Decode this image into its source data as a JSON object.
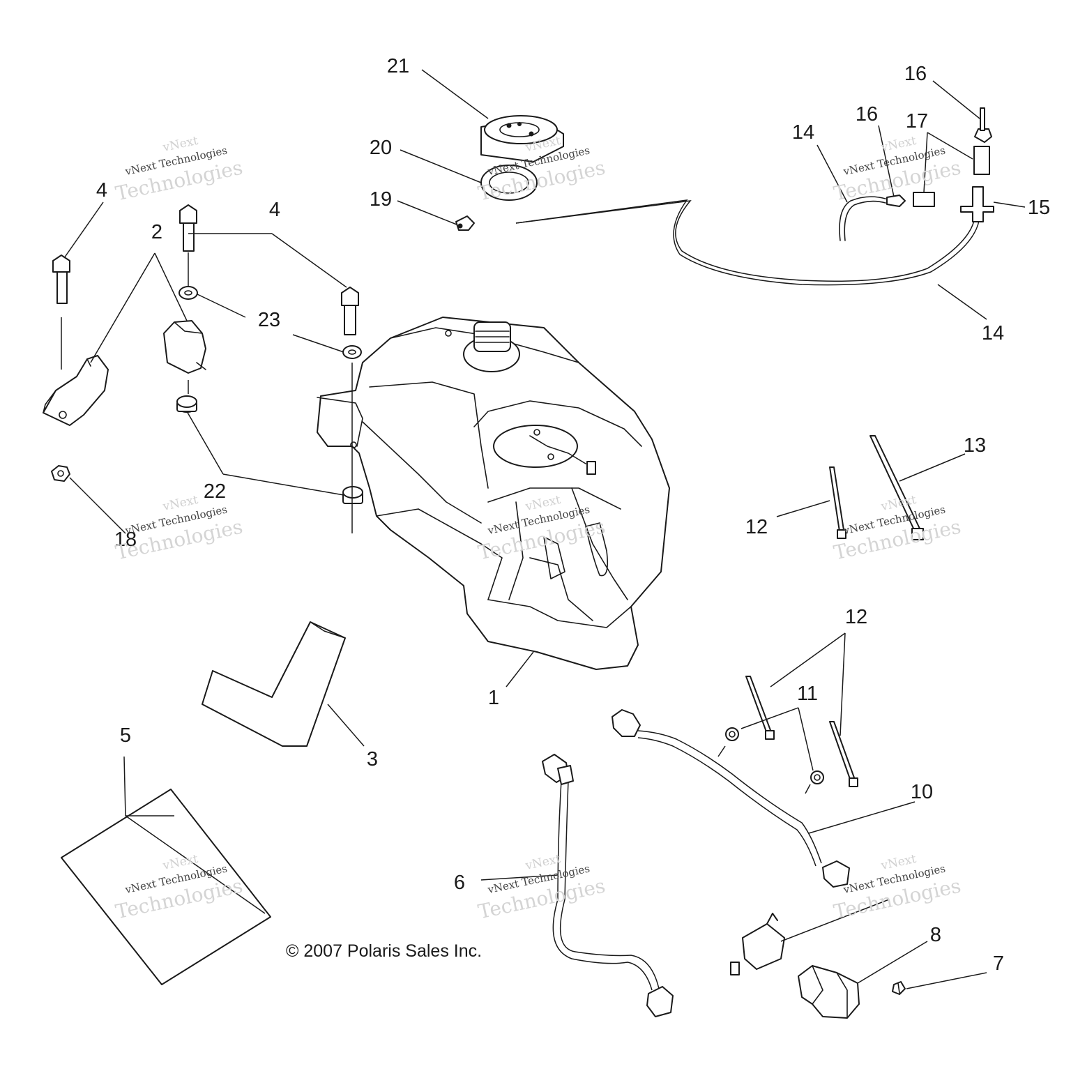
{
  "diagram": {
    "copyright": "© 2007 Polaris Sales Inc.",
    "watermark": {
      "line1": "vNext",
      "line2": "vNext Technologies",
      "line3": "Technologies"
    },
    "callouts": [
      "1",
      "2",
      "3",
      "4",
      "4",
      "5",
      "6",
      "7",
      "8",
      "10",
      "11",
      "12",
      "12",
      "13",
      "14",
      "14",
      "15",
      "16",
      "16",
      "17",
      "18",
      "19",
      "20",
      "21",
      "22",
      "23"
    ]
  }
}
